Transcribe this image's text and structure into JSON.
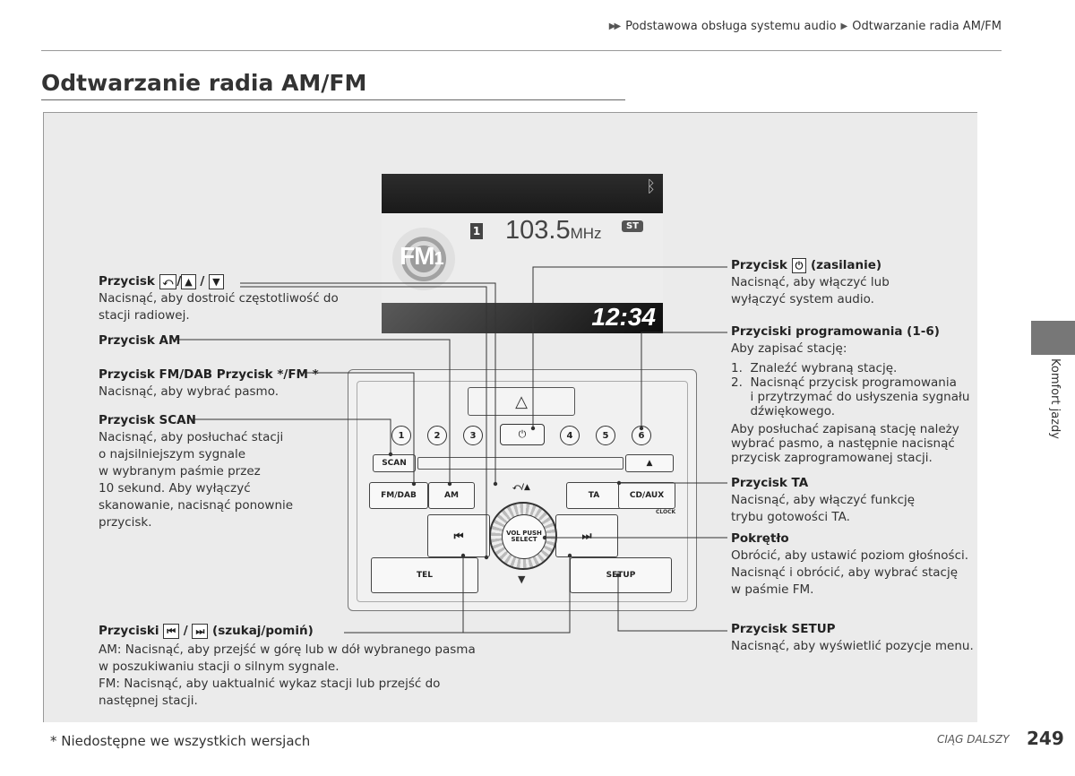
{
  "header": {
    "breadcrumb_1": "Podstawowa obsługa systemu audio",
    "breadcrumb_2": "Odtwarzanie radia AM/FM",
    "title": "Odtwarzanie radia AM/FM"
  },
  "display": {
    "band": "FM",
    "band_sub": "1",
    "preset": "1",
    "frequency": "103.5",
    "unit": "MHz",
    "stereo": "ST",
    "clock": "12:34"
  },
  "unit": {
    "hazard": "△",
    "presets": [
      "1",
      "2",
      "3",
      "4",
      "5",
      "6"
    ],
    "power": "⏻",
    "scan": "SCAN",
    "eject": "▲",
    "fm_dab": "FM/DAB",
    "am": "AM",
    "back_up": "⤺/▲",
    "ta": "TA",
    "cd_aux": "CD/AUX",
    "clock_label": "CLOCK",
    "seek_back": "⏮",
    "seek_fwd": "⏭",
    "knob": "VOL PUSH SELECT",
    "tel": "TEL",
    "setup": "SETUP",
    "down": "▼"
  },
  "callouts_left": [
    {
      "head_text": "Przycisk",
      "glyph_1": "⤺",
      "glyph_2": "▲",
      "glyph_3": "▼",
      "body": [
        "Nacisnąć, aby dostroić częstotliwość do",
        "stacji radiowej."
      ]
    },
    {
      "head": "Przycisk AM"
    },
    {
      "head": "Przycisk FM/DAB Przycisk */FM *",
      "body": [
        "Nacisnąć, aby wybrać pasmo."
      ]
    },
    {
      "head": "Przycisk SCAN",
      "body": [
        "Nacisnąć, aby posłuchać stacji",
        "o najsilniejszym sygnale",
        "w wybranym paśmie przez",
        "10 sekund. Aby wyłączyć",
        "skanowanie, nacisnąć ponownie",
        "przycisk."
      ]
    },
    {
      "head_text": "Przyciski",
      "glyph_1": "⏮",
      "glyph_2": "⏭",
      "head_tail": "(szukaj/pomiń)",
      "body": [
        "AM: Nacisnąć, aby przejść w górę lub w dół wybranego pasma",
        "w poszukiwaniu stacji o silnym sygnale.",
        "FM: Nacisnąć, aby uaktualnić wykaz stacji lub przejść do",
        "następnej stacji."
      ]
    }
  ],
  "callouts_right": [
    {
      "head_text": "Przycisk",
      "glyph": "⏻",
      "head_tail": "(zasilanie)",
      "body": [
        "Nacisnąć, aby włączyć lub",
        "wyłączyć system audio."
      ]
    },
    {
      "head": "Przyciski programowania (1-6)",
      "body": [
        "Aby zapisać stację:"
      ],
      "list": [
        "1.  Znaleźć wybraną stację.",
        "2.  Nacisnąć przycisk programowania",
        "     i przytrzymać do usłyszenia sygnału",
        "     dźwiękowego."
      ],
      "body2": [
        "Aby posłuchać zapisaną stację należy",
        "wybrać pasmo, a następnie nacisnąć",
        "przycisk zaprogramowanej stacji."
      ]
    },
    {
      "head": "Przycisk TA",
      "body": [
        "Nacisnąć, aby włączyć funkcję",
        "trybu gotowości TA."
      ]
    },
    {
      "head": "Pokrętło",
      "body": [
        "Obrócić, aby ustawić poziom głośności.",
        "Nacisnąć i obrócić, aby wybrać stację",
        "w paśmie FM."
      ]
    },
    {
      "head": "Przycisk SETUP",
      "body": [
        "Nacisnąć, aby wyświetlić pozycje menu."
      ]
    }
  ],
  "sidebar": {
    "label": "Komfort jazdy"
  },
  "footer": {
    "footnote": "* Niedostępne we wszystkich wersjach",
    "continue": "CIĄG DALSZY",
    "page_number": "249"
  }
}
